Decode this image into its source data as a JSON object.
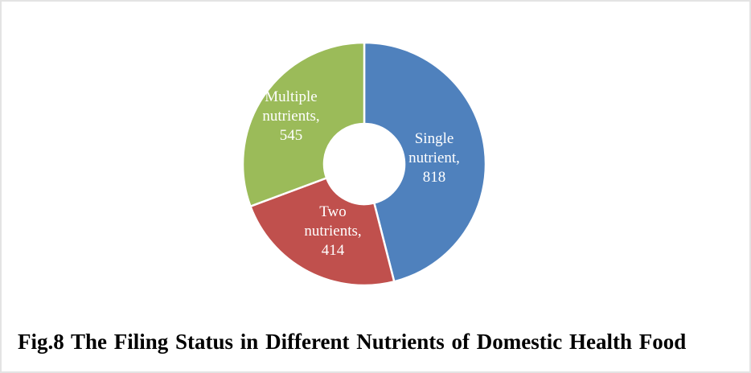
{
  "chart_data": {
    "type": "pie",
    "subtype": "donut",
    "title": "Fig.8 The Filing Status in Different Nutrients of Domestic Health Food",
    "slices": [
      {
        "label": "Single nutrient",
        "label_lines": [
          "Single",
          "nutrient,",
          "818"
        ],
        "value": 818,
        "color": "#4f81bd"
      },
      {
        "label": "Two nutrients",
        "label_lines": [
          "Two",
          "nutrients,",
          "414"
        ],
        "value": 414,
        "color": "#c0504d"
      },
      {
        "label": "Multiple nutrients",
        "label_lines": [
          "Multiple",
          "nutrients,",
          "545"
        ],
        "value": 545,
        "color": "#9bbb59"
      }
    ],
    "legend": "none"
  }
}
